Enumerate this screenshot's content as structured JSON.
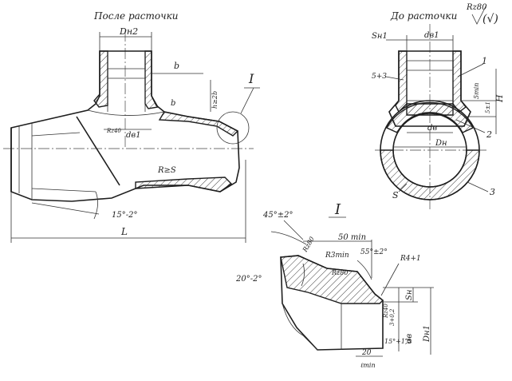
{
  "titles": {
    "after_boring": "После расточки",
    "before_boring": "До расточки",
    "detail_mark": "I"
  },
  "roughness": {
    "value": "Rz80",
    "symbol": "(√)"
  },
  "left_view": {
    "dim_outer": "Dн2",
    "dim_b": "b",
    "dim_h": "h≥2b",
    "dim_d": "dв1",
    "rough": "Rz40",
    "radius": "R≥S",
    "angle": "15°-2°",
    "length": "L",
    "callout": "I"
  },
  "right_view": {
    "s_h1": "Sн1",
    "d_b1": "dв1",
    "chamfer": "5+3",
    "h5min": "5min",
    "h5pm1": "5±1",
    "dim_H": "H",
    "d_b": "dв",
    "D_h": "Dн",
    "wall": "S",
    "pos1": "1",
    "pos2": "2",
    "pos3": "3"
  },
  "detail": {
    "angle_top": "45°±2°",
    "rough_top": "Rz80",
    "angle_left": "20°-2°",
    "width": "50 min",
    "radius_min": "R3min",
    "rough_mid": "Rz80",
    "angle_right": "55°±2°",
    "radius_r": "R4+1",
    "s_h": "Sн",
    "tol": "3+0,2",
    "rough_low": "Rz40",
    "d_b": "dв",
    "D_h1": "Dн1",
    "bottom_dim": "20",
    "bottom_tol": "ℓmin",
    "bottom_angle": "15°+1,5"
  }
}
